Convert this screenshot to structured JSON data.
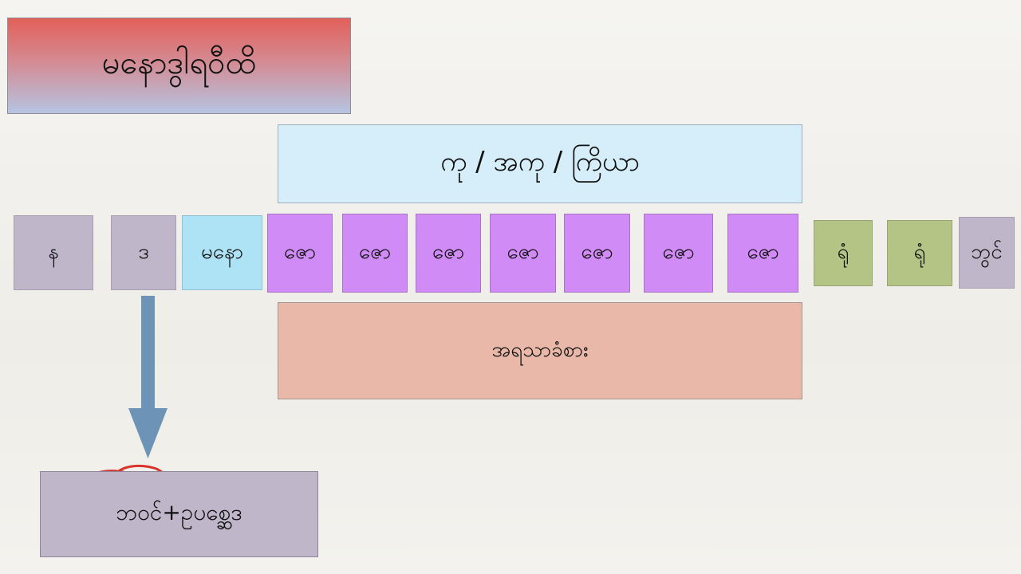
{
  "title": "မနောဒွါရဝီထိ",
  "top_bar": "ကု / အကု / ကြိယာ",
  "bottom_bar": "အရသာခံစား",
  "cells": [
    "န",
    "ဒ",
    "မနော",
    "ဇော",
    "ဇော",
    "ဇော",
    "ဇော",
    "ဇော",
    "ဇော",
    "ဇော",
    "ရုံ",
    "ရုံ",
    "ဘွင်"
  ],
  "result": "ဘဝင်+ဥပစ္ဆေဒ",
  "colors": {
    "arrow": "#6d93b6",
    "circle": "#d8342c",
    "title_top": "#e2605a",
    "title_bottom": "#b6c4e2",
    "gray": "#c0b6ca",
    "cyan": "#aee3f6",
    "purple": "#d18bf6",
    "green": "#b4c484",
    "top_bar": "#d5eefa",
    "bottom_bar": "#e9b8a9"
  }
}
